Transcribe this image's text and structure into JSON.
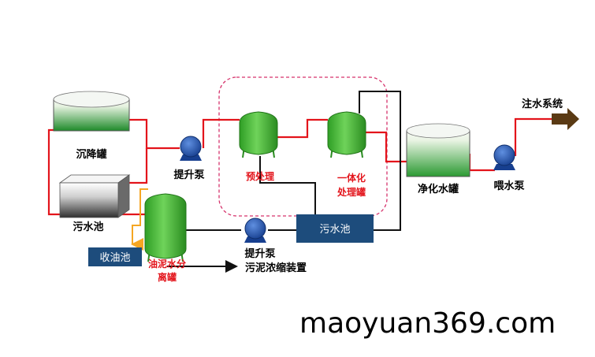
{
  "colors": {
    "flow_main": "#e3141b",
    "flow_secondary": "#111111",
    "flow_oil": "#f5a623",
    "tank_green": "#3fae2a",
    "pump_blue": "#1f4fa8",
    "box_navy": "#1d4c7c",
    "boundary_pink": "#d6336c",
    "arrow_brown": "#5a3a14"
  },
  "labels": {
    "settling_tank": "沉降罐",
    "sewage_pool_left": "污水池",
    "lift_pump_top": "提升泵",
    "pretreatment": "预处理",
    "integrated_tank_line1": "一体化",
    "integrated_tank_line2": "处理罐",
    "purified_tank": "净化水罐",
    "feed_pump": "喂水泵",
    "injection_system": "注水系统",
    "sewage_pool_box": "污水池",
    "oil_collection_box": "收油池",
    "separator_line1": "油泥水分",
    "separator_line2": "离罐",
    "lift_pump_bottom": "提升泵",
    "sludge_thickener": "污泥浓缩装置"
  },
  "icons": {
    "tank": "vertical-tank-icon",
    "pump": "centrifugal-pump-icon",
    "storage": "storage-tank-icon"
  },
  "watermark": "maoyuan369.com"
}
